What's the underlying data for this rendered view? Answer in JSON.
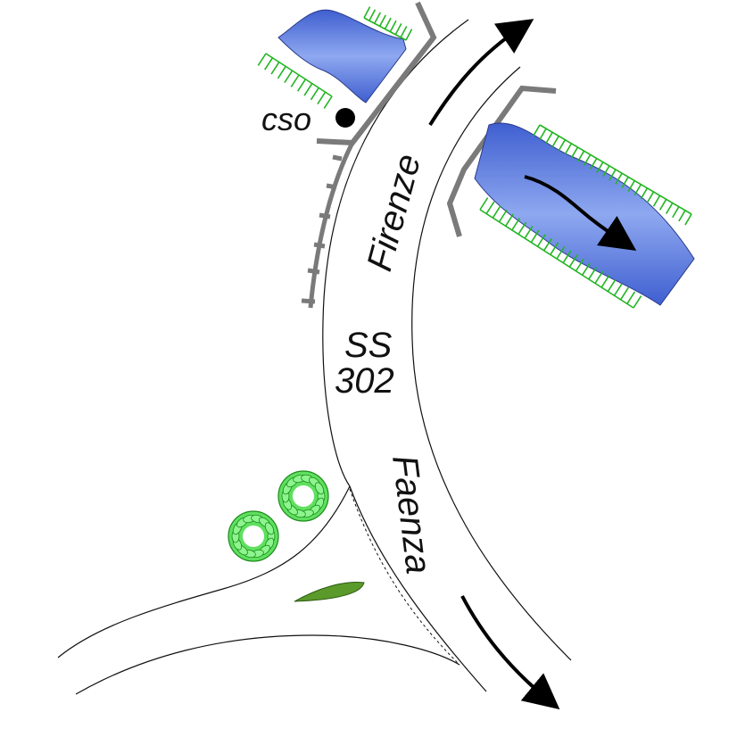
{
  "labels": {
    "cso": "cso",
    "direction_north": "Firenze",
    "road_name": "SS",
    "road_number": "302",
    "direction_south": "Faenza"
  },
  "colors": {
    "water": "#4f6fd9",
    "water_light": "#8aa4ee",
    "vegetation": "#22b522",
    "bridge": "#7a7a7a",
    "leaf": "#5a9a2a",
    "road_line": "#111111"
  },
  "icons": {
    "tree": "tree-icon",
    "marker": "dot-marker-icon"
  }
}
